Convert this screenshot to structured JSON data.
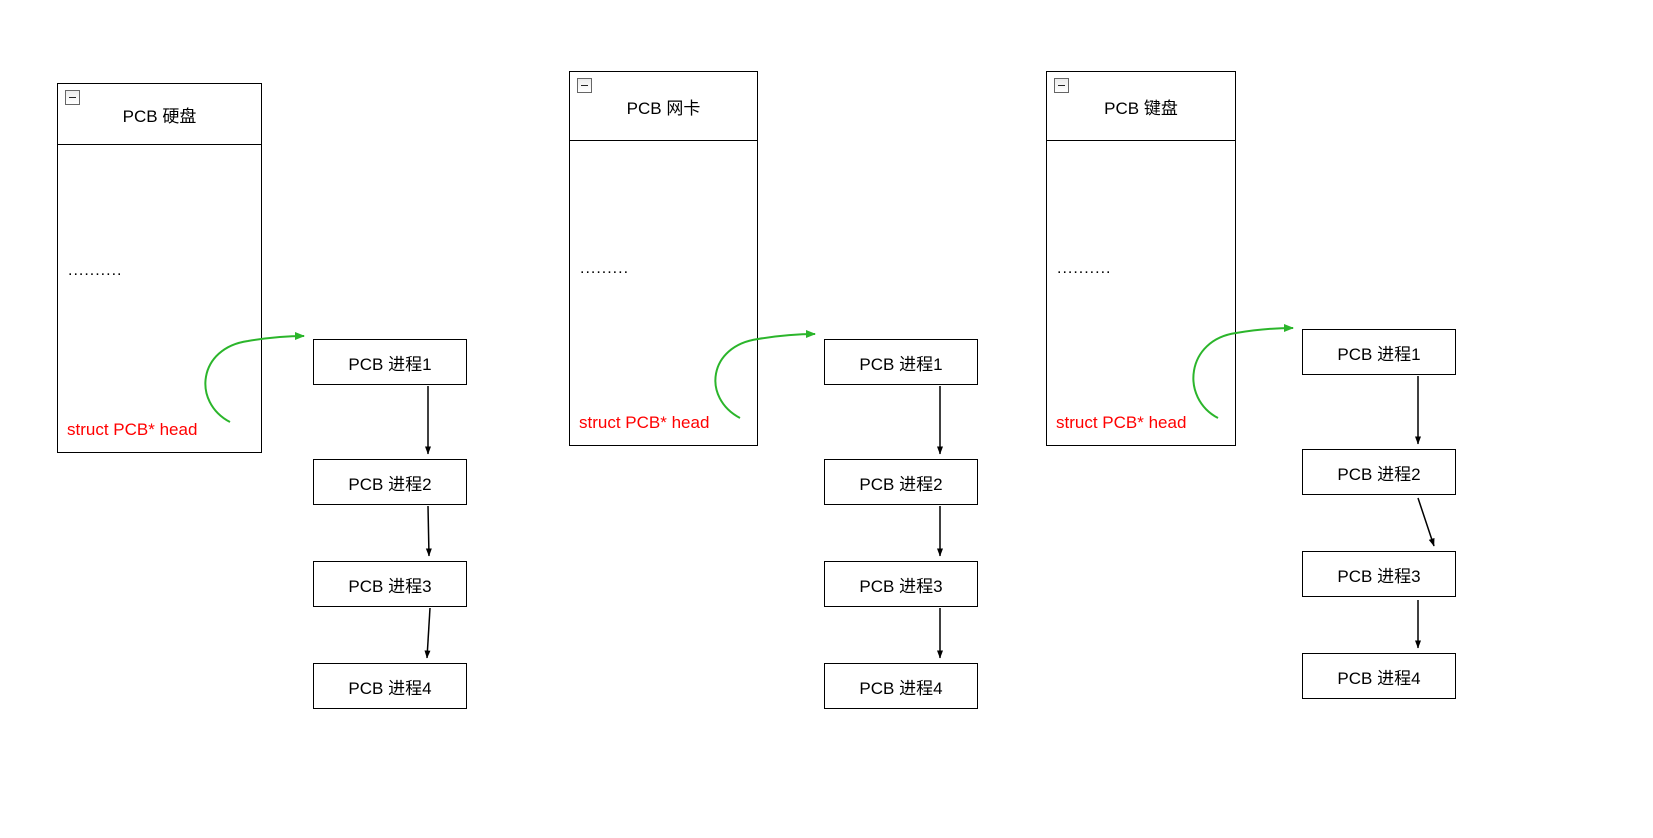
{
  "groups": [
    {
      "title": "PCB 硬盘",
      "dots": "..........",
      "head_pointer": "struct PCB* head",
      "collapse_icon": "minus",
      "nodes": [
        "PCB 进程1",
        "PCB 进程2",
        "PCB 进程3",
        "PCB 进程4"
      ]
    },
    {
      "title": "PCB 网卡",
      "dots": ".........",
      "head_pointer": "struct PCB* head",
      "collapse_icon": "minus",
      "nodes": [
        "PCB 进程1",
        "PCB 进程2",
        "PCB 进程3",
        "PCB 进程4"
      ]
    },
    {
      "title": "PCB 键盘",
      "dots": "..........",
      "head_pointer": "struct PCB* head",
      "collapse_icon": "minus",
      "nodes": [
        "PCB 进程1",
        "PCB 进程2",
        "PCB 进程3",
        "PCB 进程4"
      ]
    }
  ],
  "colors": {
    "pointer_text": "#ff0000",
    "pointer_arrow": "#2bb52b",
    "link_arrow": "#000000",
    "shape_border": "#000000"
  }
}
